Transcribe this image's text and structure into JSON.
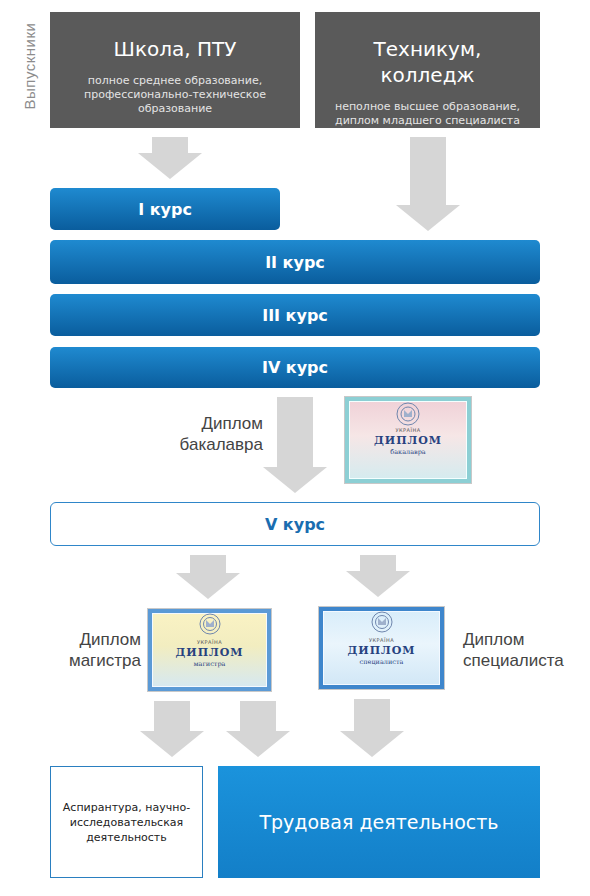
{
  "diagram": {
    "nodes": [
      {
        "text": [
          "Школа, ПТУ",
          "полное среднее образование, профессионально-техническое образование"
        ]
      },
      {
        "text": [
          "Техникум, колледж",
          "неполное высшее образование, диплом младшего специалиста"
        ]
      },
      {
        "text": [
          "I курс"
        ]
      },
      {
        "text": [
          "II курс"
        ]
      },
      {
        "text": [
          "III курс"
        ]
      },
      {
        "text": [
          "IV курс"
        ]
      },
      {
        "text": [
          "Диплом бакалавра",
          "УКРАЇНА",
          "ДИПЛОМ",
          "бакалавра"
        ]
      },
      {
        "text": [
          "V курс"
        ]
      },
      {
        "text": [
          "Диплом магистра",
          "УКРАЇНА",
          "ДИПЛОМ",
          "магистра"
        ]
      },
      {
        "text": [
          "Диплом специалиста",
          "УКРАЇНА",
          "ДИПЛОМ",
          "специалиста"
        ]
      },
      {
        "text": [
          "Аспирантура, научно-исследовательская деятельность"
        ]
      },
      {
        "text": [
          "Трудовая деятельность"
        ]
      }
    ],
    "edges": [
      {
        "from": 0,
        "to": 2,
        "arrow": "to"
      },
      {
        "from": 1,
        "to": 3,
        "arrow": "to"
      },
      {
        "from": 5,
        "to": 7,
        "arrow": "to"
      },
      {
        "from": 7,
        "to": 8,
        "arrow": "to"
      },
      {
        "from": 7,
        "to": 9,
        "arrow": "to"
      },
      {
        "from": 8,
        "to": 10,
        "arrow": "to"
      },
      {
        "from": 8,
        "to": 11,
        "arrow": "to"
      },
      {
        "from": 9,
        "to": 11,
        "arrow": "to"
      }
    ],
    "labels": [
      "Выпускники"
    ]
  }
}
